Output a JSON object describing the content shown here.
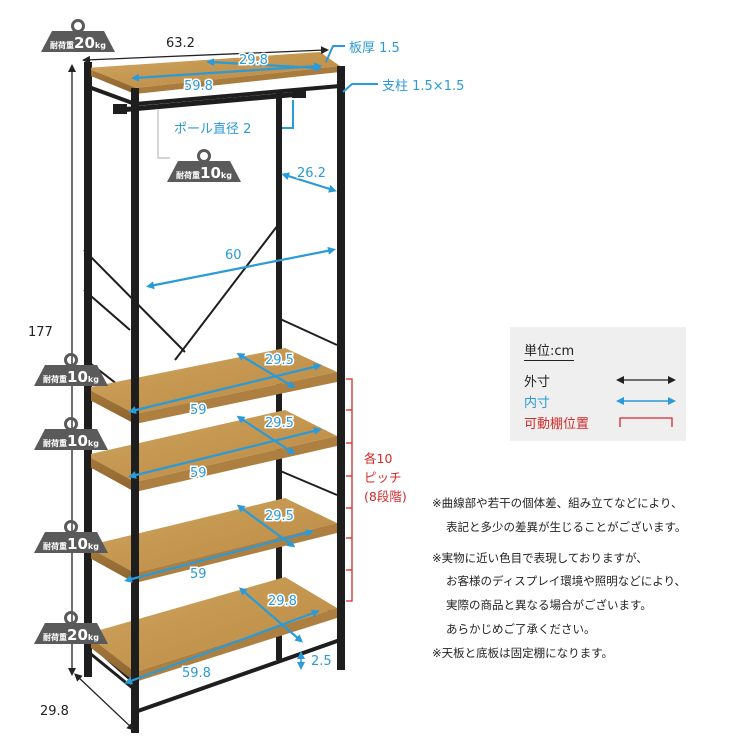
{
  "product": {
    "type": "open hanger rack with shelves",
    "unit_label": "単位:cm"
  },
  "legend": {
    "title": "単位:cm",
    "items": [
      {
        "label": "外寸",
        "color": "#222222",
        "meaning": "outer dimension"
      },
      {
        "label": "内寸",
        "color": "#2a9ad8",
        "meaning": "inner dimension"
      },
      {
        "label": "可動棚位置",
        "color": "#d42a2a",
        "meaning": "adjustable shelf positions"
      }
    ]
  },
  "outer_dimensions": {
    "width": "63.2",
    "height": "177",
    "depth": "29.8"
  },
  "top_board": {
    "depth_inner": "29.8",
    "width_inner": "59.8",
    "thickness_label": "板厚 1.5"
  },
  "post_label": "支柱 1.5×1.5",
  "pole_label": "ポール直径 2",
  "hanging_space": {
    "depth": "26.2",
    "width": "60"
  },
  "shelves": [
    {
      "depth": "29.5",
      "width": "59"
    },
    {
      "depth": "29.5",
      "width": "59"
    },
    {
      "depth": "29.5",
      "width": "59"
    },
    {
      "depth": "29.8",
      "width": "59.8"
    }
  ],
  "bottom_clearance": "2.5",
  "pitch_label": [
    "各10",
    "ピッチ",
    "(8段階)"
  ],
  "weight_limits": [
    {
      "prefix": "耐荷重",
      "value": "20",
      "unit": "kg",
      "position": "top board"
    },
    {
      "prefix": "耐荷重",
      "value": "10",
      "unit": "kg",
      "position": "hanger pole"
    },
    {
      "prefix": "耐荷重",
      "value": "10",
      "unit": "kg",
      "position": "shelf 1"
    },
    {
      "prefix": "耐荷重",
      "value": "10",
      "unit": "kg",
      "position": "shelf 2"
    },
    {
      "prefix": "耐荷重",
      "value": "10",
      "unit": "kg",
      "position": "shelf 3"
    },
    {
      "prefix": "耐荷重",
      "value": "20",
      "unit": "kg",
      "position": "bottom board"
    }
  ],
  "notes": [
    [
      "※曲線部や若干の個体差、組み立てなどにより、",
      "表記と多少の差異が生じることがございます。"
    ],
    [
      "※実物に近い色目で表現しておりますが、",
      "お客様のディスプレイ環境や照明などにより、",
      "実際の商品と異なる場合がございます。",
      "あらかじめご了承ください。"
    ],
    [
      "※天板と底板は固定棚になります。"
    ]
  ],
  "colors": {
    "inner_dim": "#2a9ad8",
    "outer_dim": "#222222",
    "shelf_position": "#d42a2a",
    "frame": "#1e1e1e",
    "wood": "#c99c5a",
    "weight_badge": "#5a5a5a"
  }
}
